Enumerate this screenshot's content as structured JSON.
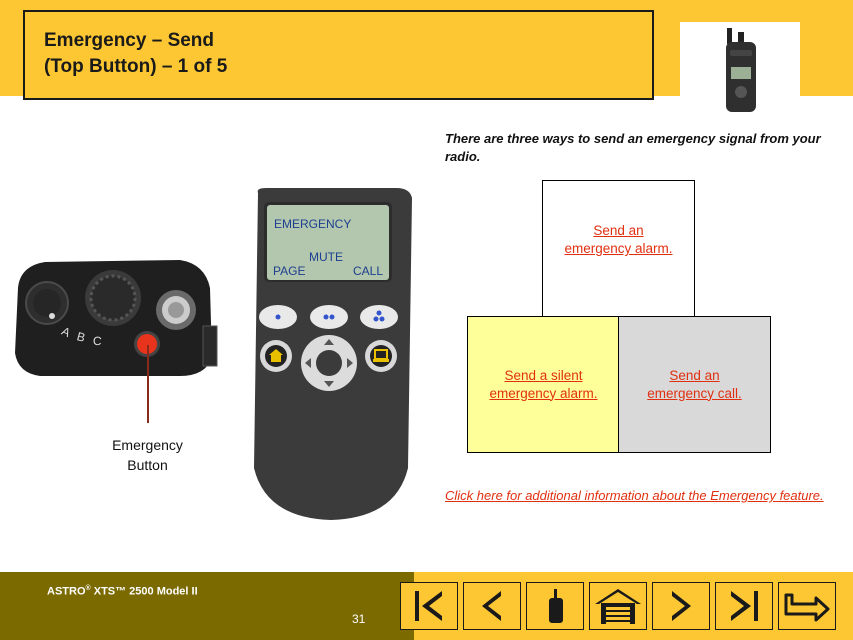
{
  "header": {
    "title_line1": "Emergency – Send",
    "title_line2": "(Top Button) – 1 of 5"
  },
  "intro_text": "There are three ways to send an emergency signal from your radio.",
  "options": {
    "alarm": "Send an \nemergency alarm. ",
    "silent_alarm": "Send a silent\nemergency alarm.",
    "call": "Send an\nemergency call."
  },
  "more_info_link": "Click here for additional information about the Emergency feature.",
  "emergency_caption": "Emergency\nButton",
  "radio_top_letters": [
    "A",
    "B",
    "C"
  ],
  "lcd": {
    "line1": "EMERGENCY",
    "line2": "MUTE",
    "softkey_left": "PAGE",
    "softkey_right": "CALL"
  },
  "footer": {
    "model_brand": "ASTRO",
    "model_reg": "®",
    "model_rest": " XTS™ 2500 Model II",
    "page_number": "31"
  },
  "colors": {
    "gold": "#fcc733",
    "olive": "#7a6a00",
    "link_red": "#e03010",
    "silent_fill": "#ffff99",
    "call_fill": "#d9d9d9",
    "lcd_green": "#b3c7ae",
    "emergency_button": "#e8341c"
  },
  "nav_icons": [
    "first-page-icon",
    "previous-page-icon",
    "radio-icon",
    "home-icon",
    "next-page-icon",
    "last-page-icon",
    "exit-icon"
  ]
}
